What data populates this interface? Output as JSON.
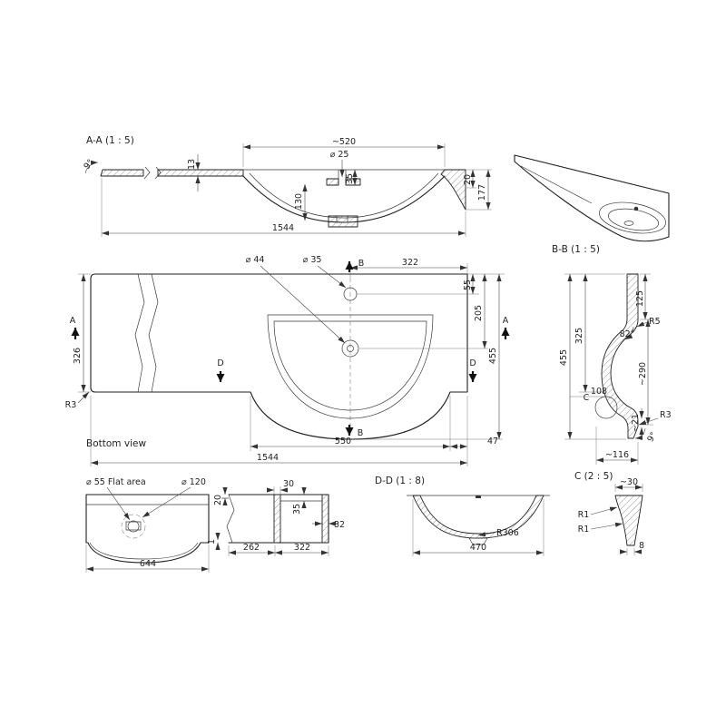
{
  "drawing": {
    "background": "#ffffff",
    "line_color": "#1f1f1f",
    "views": {
      "section_aa": {
        "title": "A-A (1 : 5)",
        "dims": {
          "basin_width": "~520",
          "hole_dia": "⌀ 25",
          "top_thickness": "13",
          "basin_depth": "130",
          "deck_depth": "35",
          "edge_height": "20",
          "total_height": "177",
          "total_length": "1544",
          "back_angle": "9°"
        }
      },
      "view_bb": {
        "title": "B-B (1 : 5)"
      },
      "bottom_view": {
        "title": "Bottom view",
        "dims": {
          "waste_dia": "⌀ 44",
          "taphole_dia": "⌀ 35",
          "taphole_from_right": "322",
          "taphole_from_back": "55",
          "waste_from_back": "205",
          "left_depth": "326",
          "overall_depth": "455",
          "corner_radius": "R3",
          "bowl_width": "550",
          "right_gap": "47",
          "total_length": "1544"
        },
        "markers": {
          "a": "A",
          "b": "B",
          "d": "D"
        }
      },
      "section_side": {
        "dims": {
          "deck_width": "125",
          "rim_radius": "R5",
          "wall_angle": "82°",
          "bowl_span": "~290",
          "bowl_height": "108",
          "front_depth": "325",
          "overall_depth": "455",
          "lip": "~21",
          "front_height": "~116",
          "front_angle": "9°",
          "edge_radius": "R3"
        },
        "detail_marker": "C"
      },
      "front_view": {
        "notes": {
          "flat_area": "⌀ 55 Flat area",
          "recess_dia": "⌀ 120"
        },
        "dims": {
          "d20": "20",
          "d30": "30",
          "d35": "35",
          "d32": "32",
          "d262": "262",
          "d322": "322",
          "d644": "644",
          "d1": "1"
        }
      },
      "section_dd": {
        "title": "D-D (1 : 8)",
        "dims": {
          "bowl_width": "470",
          "bowl_radius": "R306"
        }
      },
      "detail_c": {
        "title": "C (2 : 5)",
        "dims": {
          "width": "~30",
          "radius_a": "R1",
          "radius_b": "R1",
          "thickness": "8"
        }
      }
    }
  }
}
